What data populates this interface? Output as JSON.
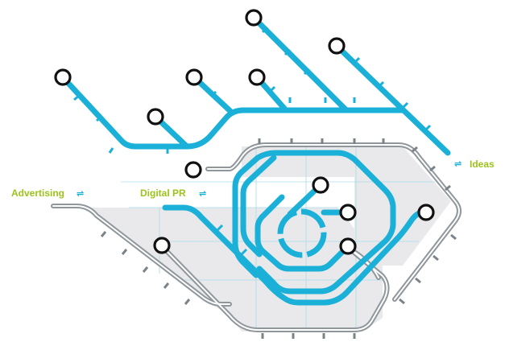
{
  "colors": {
    "line": "#1ab0d8",
    "track_outer": "#8f969c",
    "track_inner": "#ffffff",
    "tie": "#7b838a",
    "zone_fill": "#e9e9eb",
    "grid": "#a7dbeb",
    "label": "#9cc31a",
    "rail_icon": "#1ab0d8",
    "station_stroke": "#111111",
    "station_fill": "#ffffff"
  },
  "labels": {
    "ideas": "Ideas",
    "advertising": "Advertising",
    "digital_pr": "Digital PR"
  },
  "icons": {
    "rail": "national-rail-icon",
    "rail_glyph": "⇌",
    "station": "station-ring-icon"
  }
}
